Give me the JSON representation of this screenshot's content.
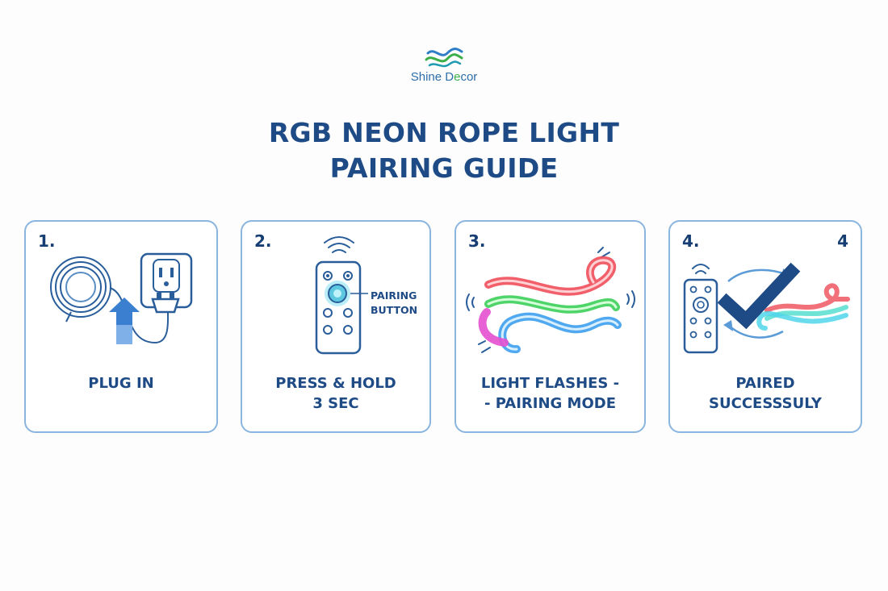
{
  "brand": {
    "name_part1": "Shine D",
    "name_accent": "e",
    "name_part2": "cor",
    "logo_icon": "wave-logo-icon"
  },
  "title": {
    "line1": "RGB NEON ROPE LIGHT",
    "line2": "PAIRING GUIDE"
  },
  "colors": {
    "primary": "#1e4b86",
    "card_border": "#8ab5df",
    "accent_blue": "#3a7fd0",
    "brand_green": "#3cae4a"
  },
  "steps": [
    {
      "number": "1.",
      "caption_line1": "PLUG IN",
      "caption_line2": "",
      "icon": "plug-in-outlet-icon"
    },
    {
      "number": "2.",
      "caption_line1": "PRESS & HOLD",
      "caption_line2": "3 SEC",
      "icon": "remote-control-icon",
      "callout_line1": "PAIRING",
      "callout_line2": "BUTTON"
    },
    {
      "number": "3.",
      "caption_line1": "LIGHT FLASHES -",
      "caption_line2": "- PAIRING MODE",
      "icon": "flashing-neon-rope-icon"
    },
    {
      "number": "4.",
      "corner_number": "4",
      "caption_line1": "PAIRED",
      "caption_line2": "SUCCESSSULY",
      "icon": "paired-checkmark-icon"
    }
  ]
}
